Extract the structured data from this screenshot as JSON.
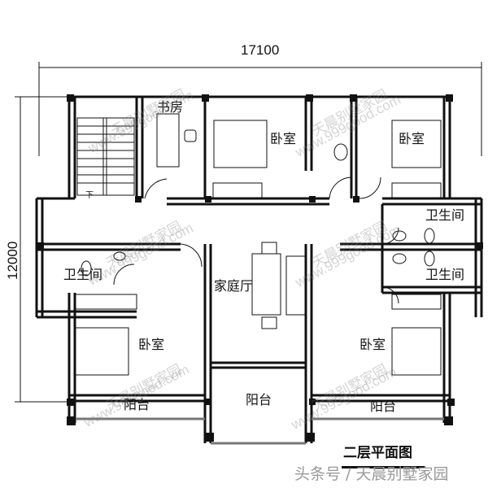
{
  "plan": {
    "title": "二层平面图",
    "dimensions": {
      "width": "17100",
      "height": "12000"
    },
    "rooms": {
      "study": "书房",
      "bedroom_top_middle": "卧室",
      "bedroom_top_right": "卧室",
      "bathroom_right_upper": "卫生间",
      "bathroom_left": "卫生间",
      "bathroom_right_lower": "卫生间",
      "family_hall": "家庭厅",
      "bedroom_bottom_left": "卧室",
      "bedroom_bottom_right": "卧室",
      "balcony_left": "阳台",
      "balcony_center": "阳台",
      "balcony_right": "阳台"
    },
    "stair_label": "下"
  },
  "watermarks": [
    {
      "cn": "天晨别墅家园",
      "url": "www.999good.com"
    },
    {
      "cn": "天晨别墅家园",
      "url": "www.999good.com"
    },
    {
      "cn": "天晨别墅家园",
      "url": "www.999good.com"
    },
    {
      "cn": "天晨别墅家园",
      "url": "www.999good.com"
    },
    {
      "cn": "天晨别墅家园",
      "url": "www.999good.com"
    },
    {
      "cn": "天晨别墅家园",
      "url": "www.999good.com"
    }
  ],
  "footer": {
    "credit": "头条号 / 天晨别墅家园"
  }
}
